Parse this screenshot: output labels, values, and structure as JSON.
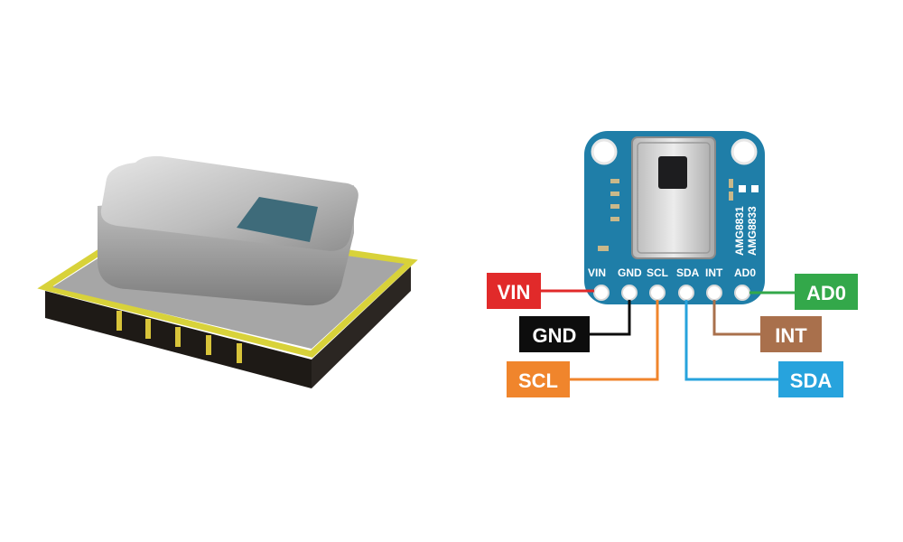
{
  "board": {
    "part_numbers": [
      "AMG8831",
      "AMG8833"
    ],
    "header_pins": [
      "VIN",
      "GND",
      "SCL",
      "SDA",
      "INT",
      "AD0"
    ]
  },
  "callouts": [
    {
      "label": "VIN",
      "color": "#e12a2a"
    },
    {
      "label": "GND",
      "color": "#0d0d0d"
    },
    {
      "label": "SCL",
      "color": "#f0852c"
    },
    {
      "label": "SDA",
      "color": "#27a3dd"
    },
    {
      "label": "INT",
      "color": "#a9704c"
    },
    {
      "label": "AD0",
      "color": "#33a84a"
    }
  ],
  "colors": {
    "pcb": "#1f7ea8",
    "sensor_window": "#3e6b7a",
    "package_lid": "#c4c4c4",
    "package_base": "#1e1a16",
    "package_trim": "#d8d23a"
  }
}
